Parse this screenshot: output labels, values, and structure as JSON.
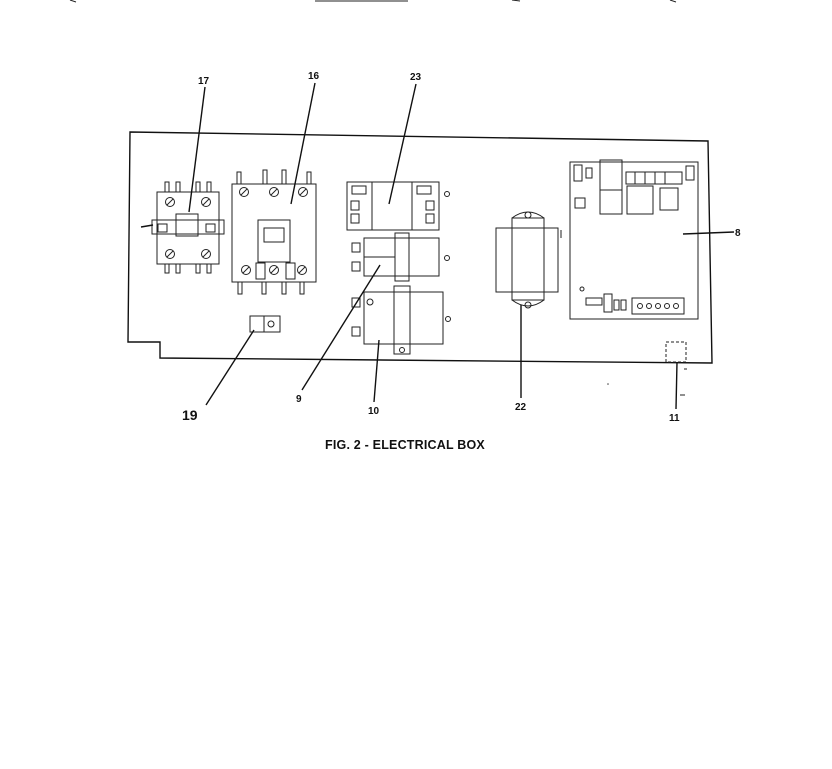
{
  "figure": {
    "caption": "FIG. 2 - ELECTRICAL BOX",
    "labels": {
      "contactor_17": "17",
      "contactor_16": "16",
      "relay_23": "23",
      "relay_9": "9",
      "relay_10": "10",
      "transformer_22": "22",
      "control_board_8": "8",
      "component_11": "11",
      "terminal_19": "19"
    }
  }
}
